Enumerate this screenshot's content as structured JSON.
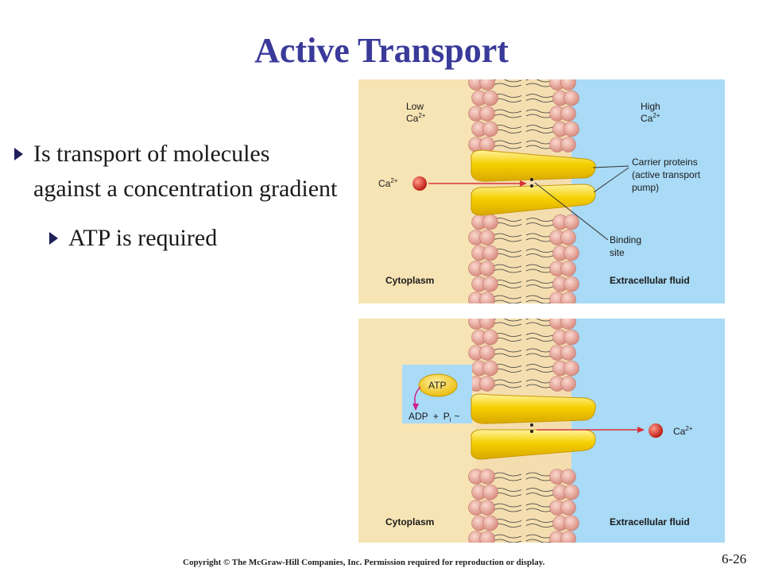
{
  "slide": {
    "title": "Active Transport",
    "bullets": [
      "Is transport of molecules against a concentration gradient",
      "ATP is required"
    ],
    "copyright": "Copyright © The McGraw-Hill Companies, Inc. Permission required for reproduction or display.",
    "slide_number": "6-26"
  },
  "figure_top": {
    "low_label": "Low",
    "high_label": "High",
    "ion": "Ca",
    "charge": "2+",
    "carrier_label": [
      "Carrier proteins",
      "(active transport",
      "pump)"
    ],
    "binding_label": [
      "Binding",
      "site"
    ],
    "cytoplasm": "Cytoplasm",
    "extracellular": "Extracellular fluid"
  },
  "figure_bottom": {
    "atp": "ATP",
    "adp": "ADP",
    "plus": "+",
    "pi": "P",
    "pi_sub": "i",
    "tilde": "~",
    "ion": "Ca",
    "charge": "2+",
    "cytoplasm": "Cytoplasm",
    "extracellular": "Extracellular fluid"
  },
  "colors": {
    "title": "#3a3a9a",
    "cytoplasm_bg": "#f7e4b5",
    "extracellular_bg": "#a9daf6",
    "lipid_head": "#e8a89c",
    "carrier_protein": "#f2cc00",
    "ion": "#d9261c",
    "arrow_red": "#d8333a",
    "atp_box": "#a9daf6",
    "adp_arrow": "#d01f8e"
  }
}
